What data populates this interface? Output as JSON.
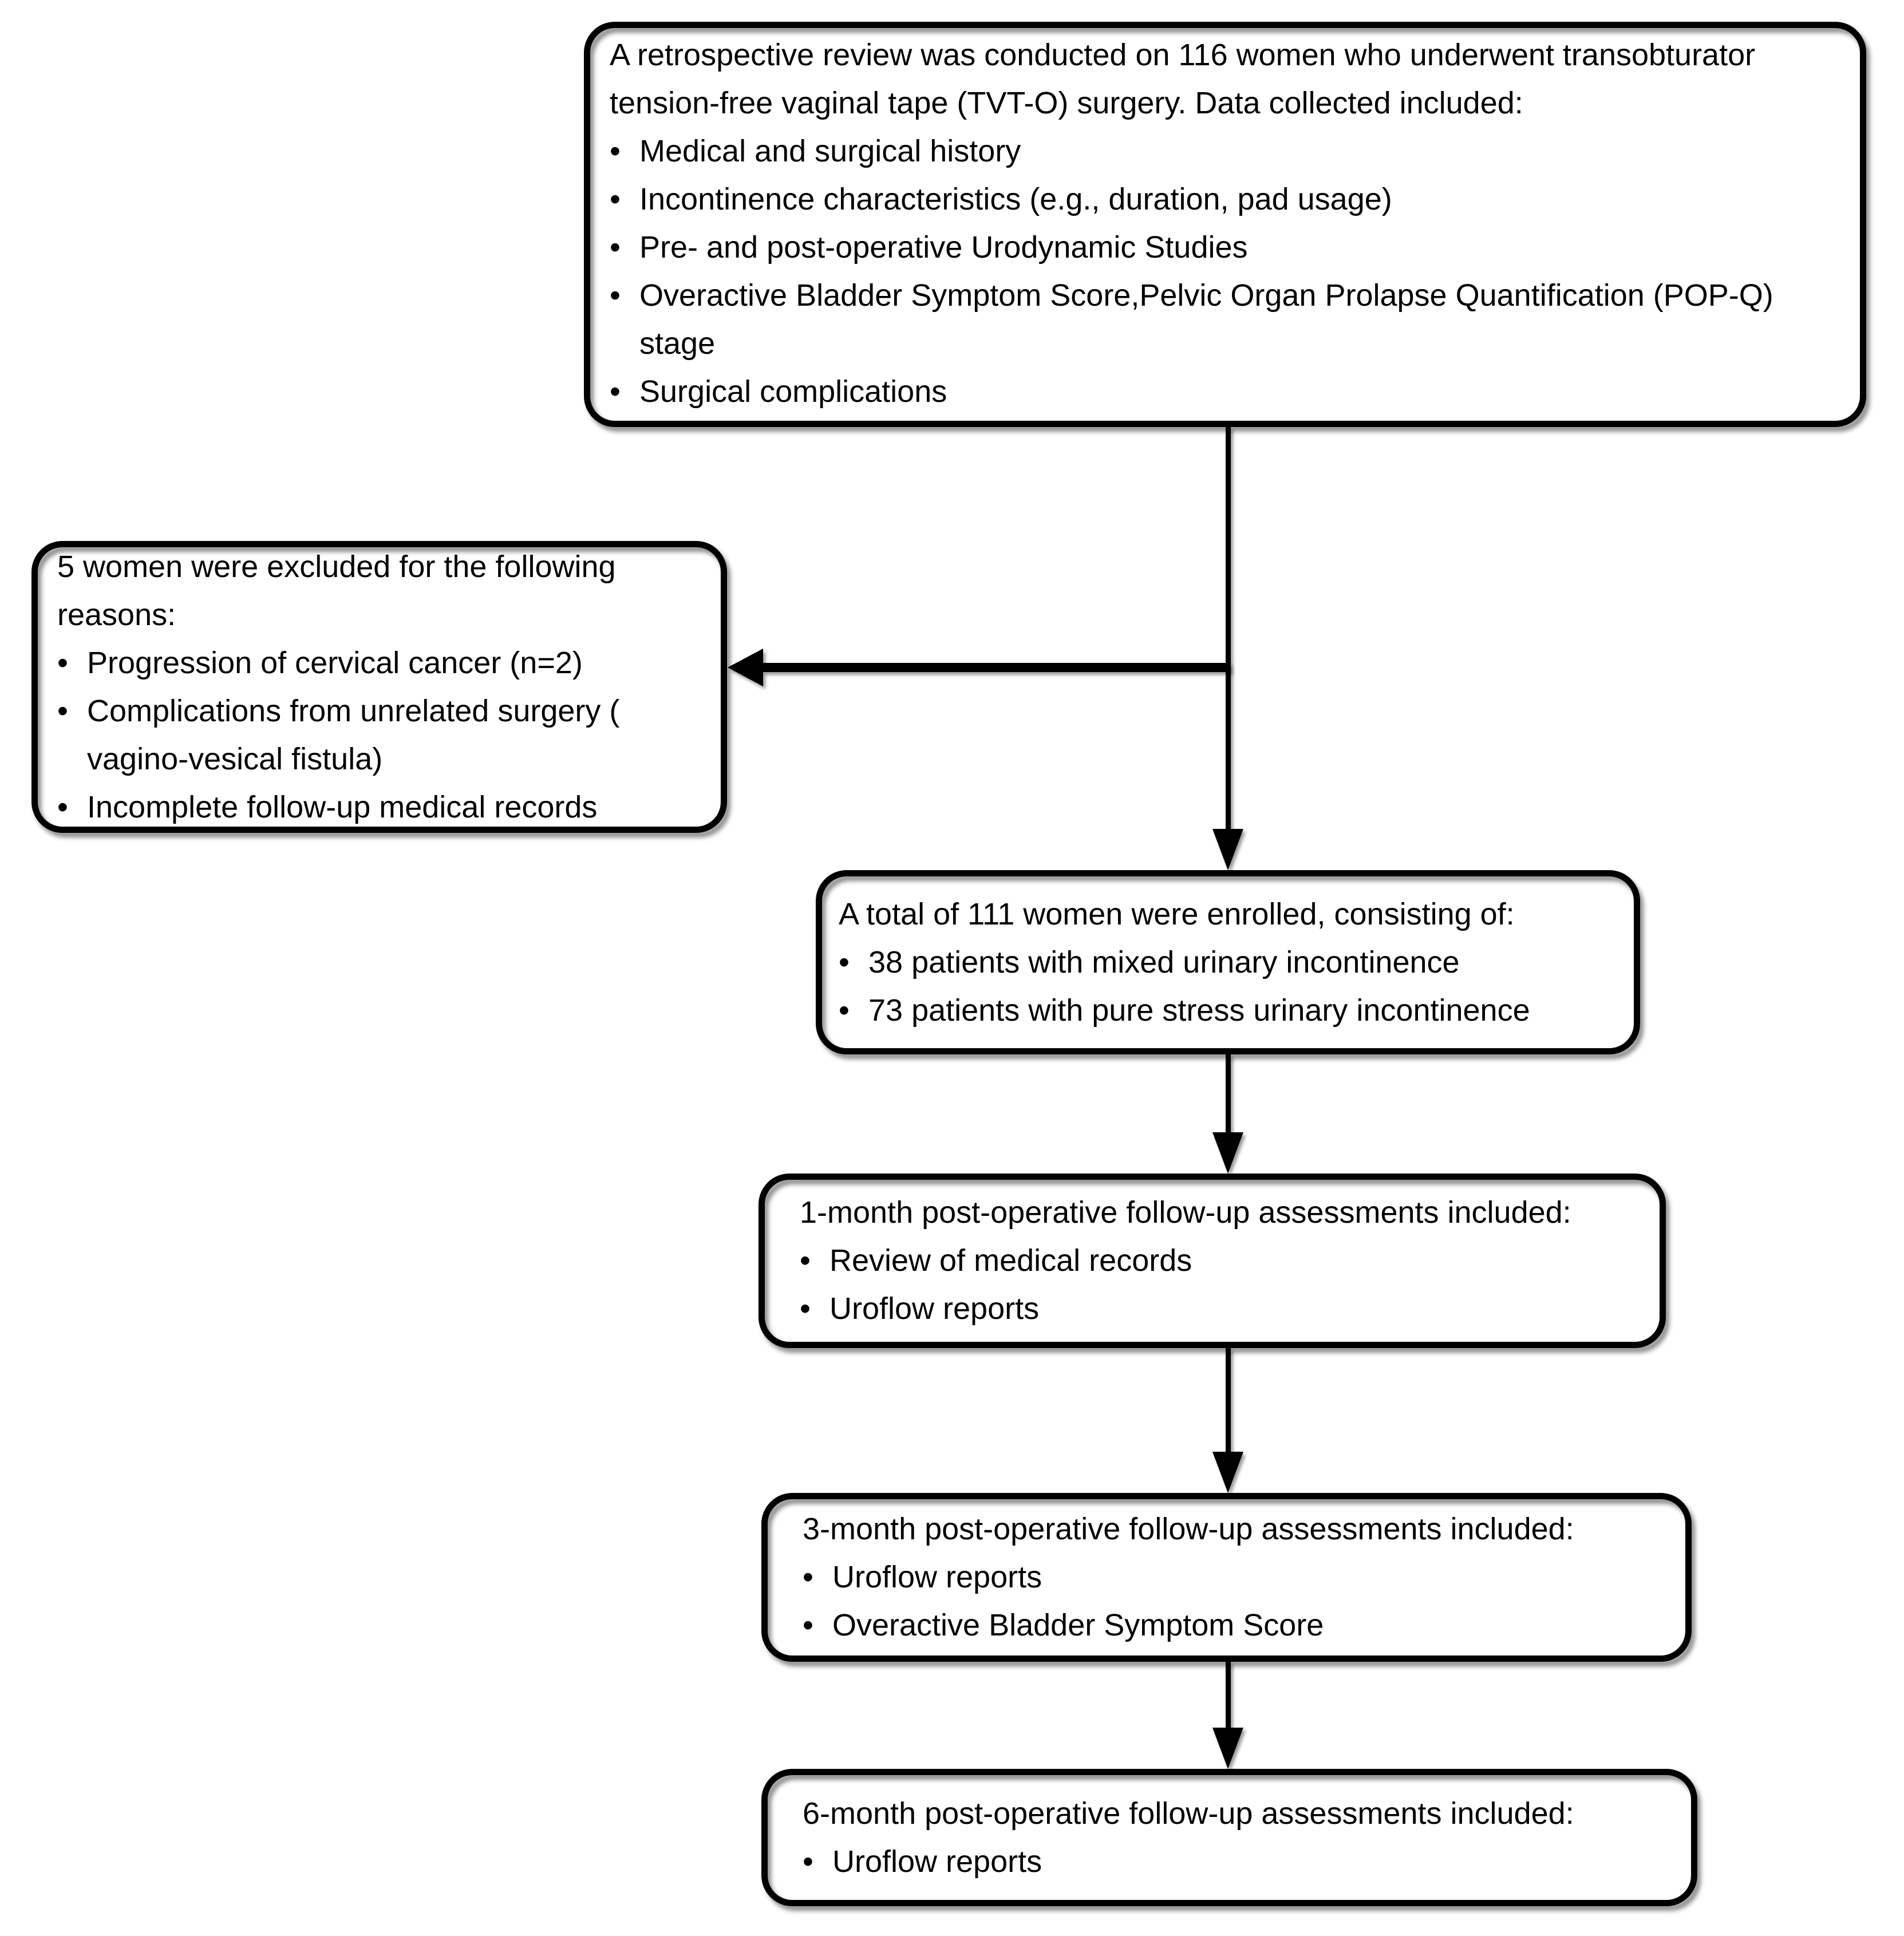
{
  "figure": {
    "background": "#ffffff",
    "stroke": "#000000"
  },
  "bullet_glyph": "•",
  "boxes": {
    "protocol": {
      "intro": "A retrospective review was conducted on 116 women who underwent transobturator tension-free vaginal tape (TVT-O) surgery. Data collected included:",
      "bullets": [
        "Medical and surgical history",
        "Incontinence characteristics (e.g., duration, pad usage)",
        "Pre- and post-operative Urodynamic Studies",
        "Overactive Bladder Symptom Score,Pelvic Organ Prolapse Quantification (POP-Q) stage",
        "Surgical complications"
      ]
    },
    "excluded": {
      "intro": "5 women were excluded for the following reasons:",
      "bullets": [
        "Progression of cervical cancer (n=2)",
        "Complications from unrelated surgery ( vagino-vesical fistula)",
        "Incomplete follow-up medical records"
      ]
    },
    "enrolled": {
      "intro": "A total of 111 women were enrolled, consisting of:",
      "bullets": [
        "38 patients with mixed urinary incontinence",
        "73 patients with pure stress urinary incontinence"
      ]
    },
    "followup_1m": {
      "intro": "1-month post-operative follow-up assessments included:",
      "bullets": [
        "Review of medical records",
        "Uroflow reports"
      ]
    },
    "followup_3m": {
      "intro": "3-month post-operative follow-up assessments included:",
      "bullets": [
        "Uroflow reports",
        "Overactive Bladder Symptom Score"
      ]
    },
    "followup_6m": {
      "intro": "6-month post-operative follow-up assessments included:",
      "bullets": [
        "Uroflow reports"
      ]
    }
  }
}
